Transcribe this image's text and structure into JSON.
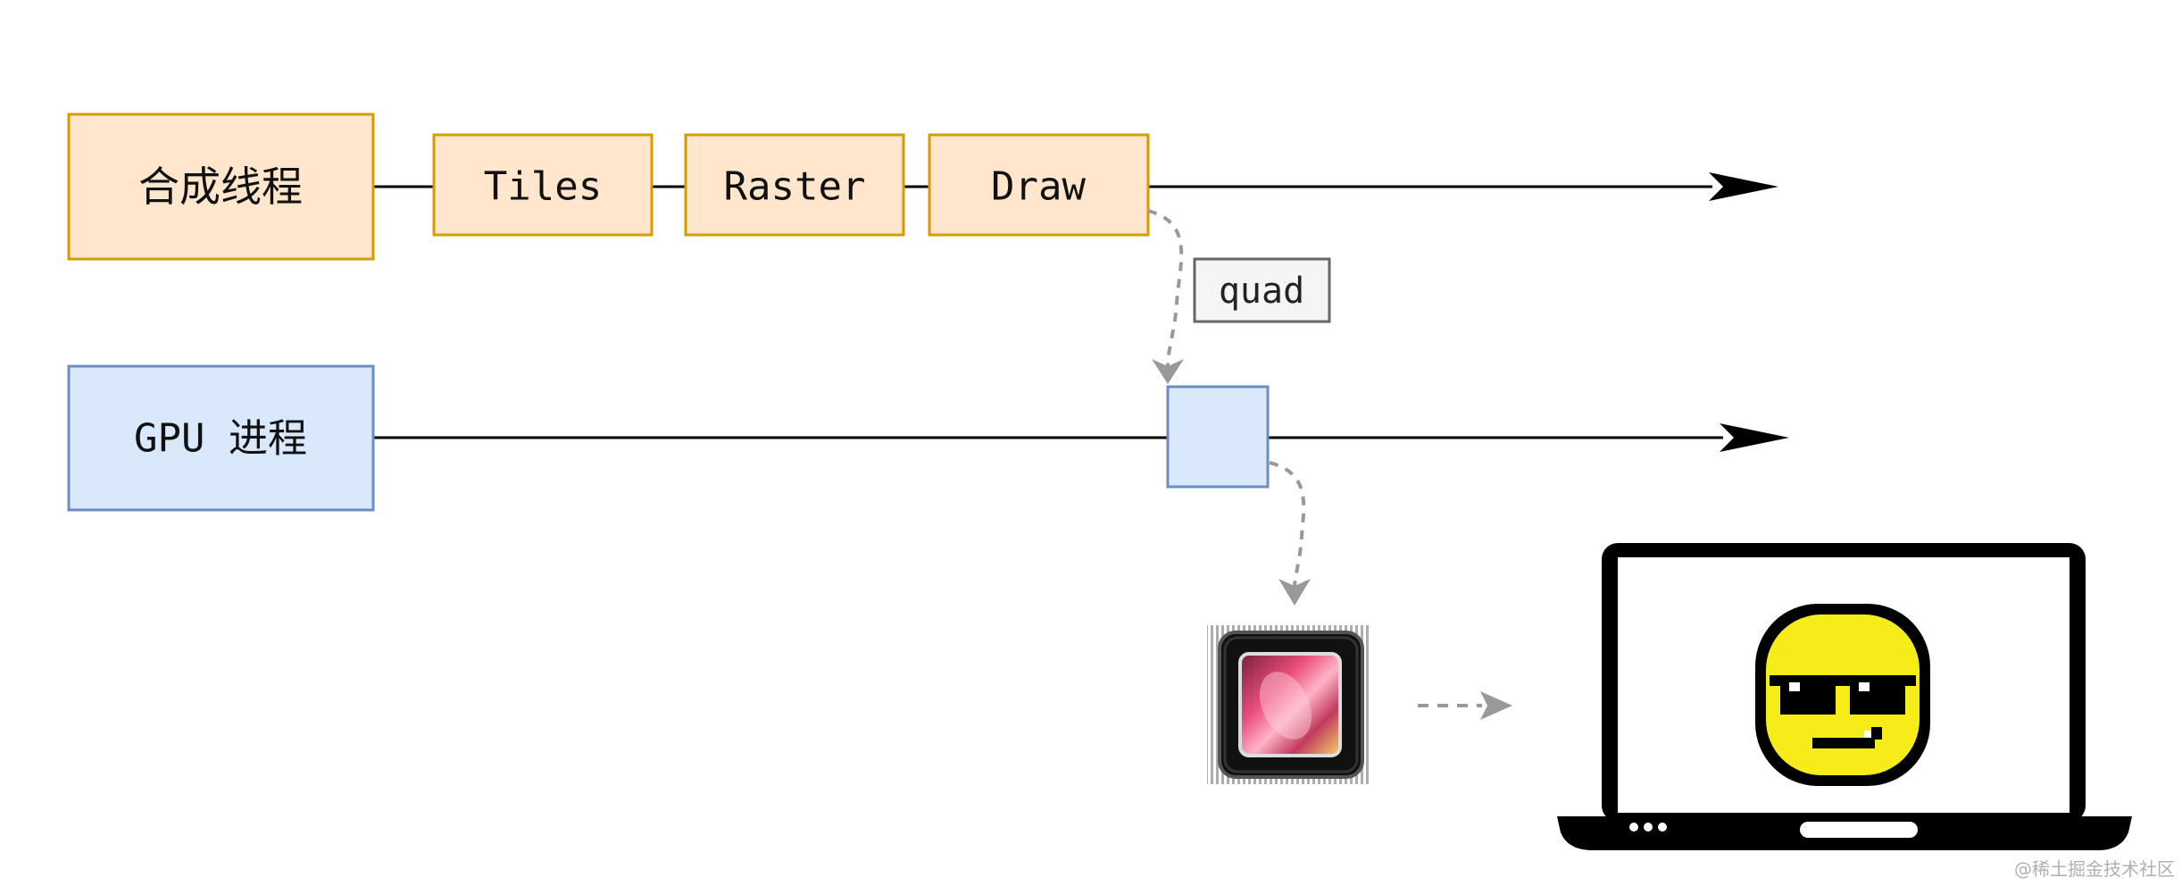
{
  "compositor": {
    "label": "合成线程",
    "steps": [
      "Tiles",
      "Raster",
      "Draw"
    ]
  },
  "gpu": {
    "label": "GPU 进程"
  },
  "edge_label": "quad",
  "watermark": "@稀土掘金技术社区",
  "icons": {
    "chip": "gpu-chip-icon",
    "laptop": "laptop-icon",
    "face": "sunglasses-smiley-icon"
  },
  "colors": {
    "orange_fill": "#FFE6CC",
    "orange_stroke": "#D79B00",
    "blue_fill": "#DAE8FC",
    "blue_stroke": "#6C8EBF",
    "dashed_arrow": "#999999",
    "smiley_yellow": "#F5EC1A"
  }
}
